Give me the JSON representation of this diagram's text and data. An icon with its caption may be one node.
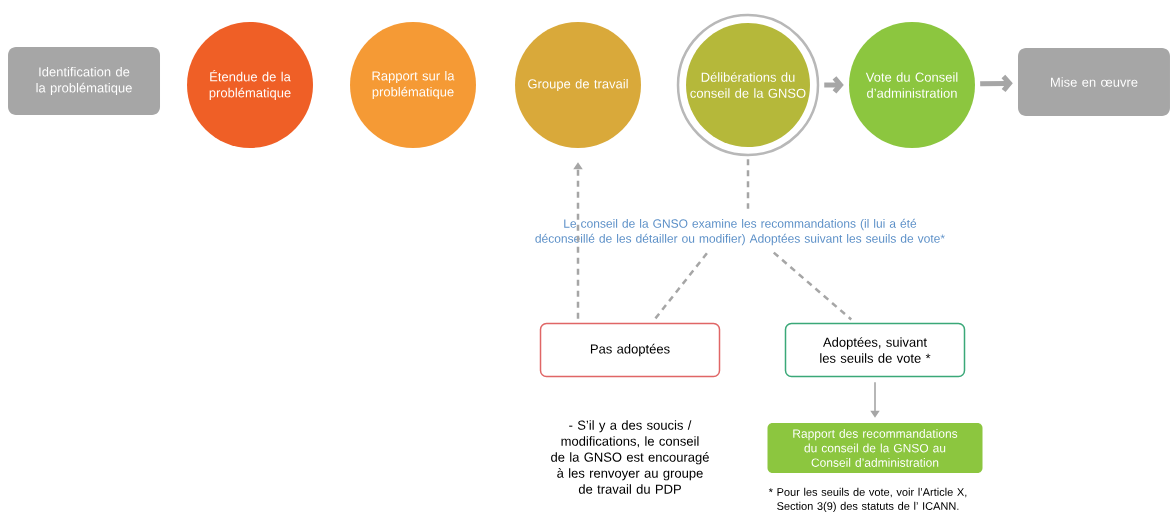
{
  "diagram": {
    "nodes": [
      {
        "text": [
          "Identification de la problématique"
        ]
      },
      {
        "text": [
          "Étendue de la problématique"
        ]
      },
      {
        "text": [
          "Rapport sur la problématique"
        ]
      },
      {
        "text": [
          "Groupe de travail"
        ]
      },
      {
        "text": [
          "Délibérations du conseil de la GNSO"
        ]
      },
      {
        "text": [
          "Vote du Conseil d’administration"
        ]
      },
      {
        "text": [
          "Mise en œuvre"
        ]
      },
      {
        "text": [
          "Le conseil de la GNSO examine les recommandations (il lui a été déconseillé de les détailler ou modifier) Adoptées suivant les seuils de vote*"
        ]
      },
      {
        "text": [
          "Pas adoptées"
        ],
        "beside": [
          "- S’il y a des soucis / modifications, le conseil de la GNSO est encouragé à les renvoyer au groupe de travail du PDP"
        ]
      },
      {
        "text": [
          "Adoptées, suivant les seuils de vote *"
        ]
      },
      {
        "text": [
          "Rapport des recommandations du conseil de la GNSO au Conseil d’administration"
        ]
      }
    ],
    "edges": [
      {
        "from": 4,
        "to": 5,
        "arrow": "to",
        "style": "thick"
      },
      {
        "from": 5,
        "to": 6,
        "arrow": "to",
        "style": "thick"
      },
      {
        "from": 4,
        "to": 7,
        "arrow": "none",
        "style": "dashed"
      },
      {
        "from": 7,
        "to": 8,
        "arrow": "none",
        "style": "dashed"
      },
      {
        "from": 7,
        "to": 9,
        "arrow": "none",
        "style": "dashed"
      },
      {
        "from": 8,
        "to": 3,
        "arrow": "to",
        "style": "dashed"
      },
      {
        "from": 9,
        "to": 10,
        "arrow": "to"
      }
    ],
    "labels": [
      "* Pour les seuils de vote, voir l’Article X, Section 3(9) des statuts de l’ ICANN."
    ]
  }
}
